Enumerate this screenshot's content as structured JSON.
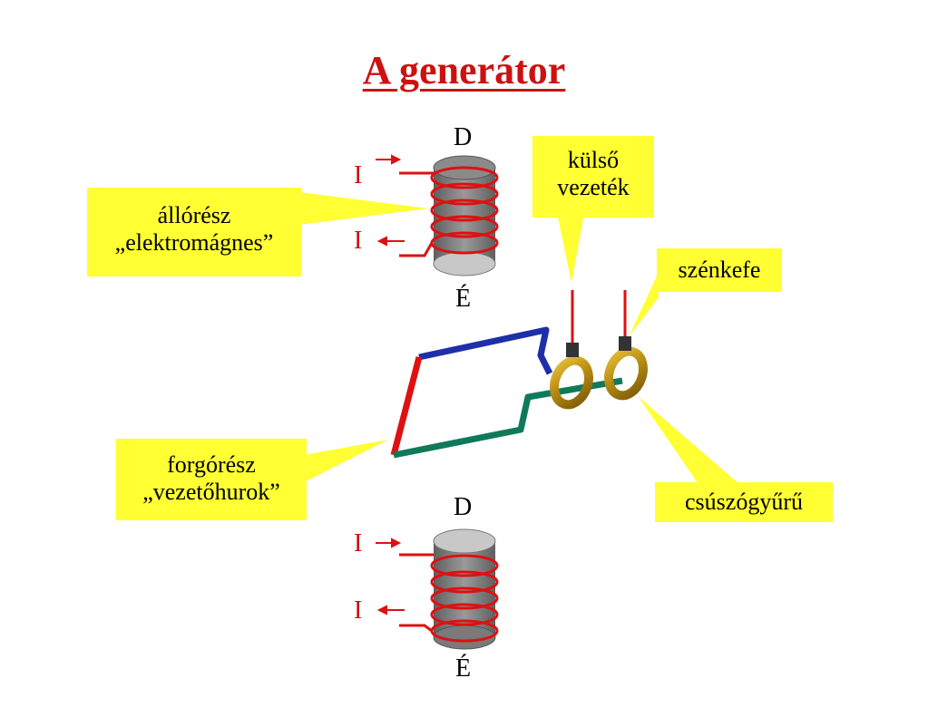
{
  "title": "A generátor",
  "callouts": {
    "stator": [
      "állórész",
      "„elektromágnes”"
    ],
    "outer_wire": [
      "külső",
      "vezeték"
    ],
    "brush": "szénkefe",
    "rotor": [
      "forgórész",
      "„vezetőhurok”"
    ],
    "slip_ring": "csúszógyűrű"
  },
  "poles": {
    "top_north": "D",
    "top_south": "É",
    "bottom_north": "D",
    "bottom_south": "É"
  },
  "current_label": "I",
  "colors": {
    "title": "#cc1111",
    "callout_fill": "#ffff33",
    "coil_wire": "#dd1111",
    "core_gray": "#7d7d7d",
    "loop_blue": "#1f2fa8",
    "loop_red": "#dd1111",
    "loop_green": "#0f7a5a",
    "ring_gold": "#c79a14"
  },
  "icons": [
    "electromagnet-coil-icon",
    "wire-loop-icon",
    "slip-ring-icon",
    "carbon-brush-icon",
    "current-arrow-icon"
  ]
}
